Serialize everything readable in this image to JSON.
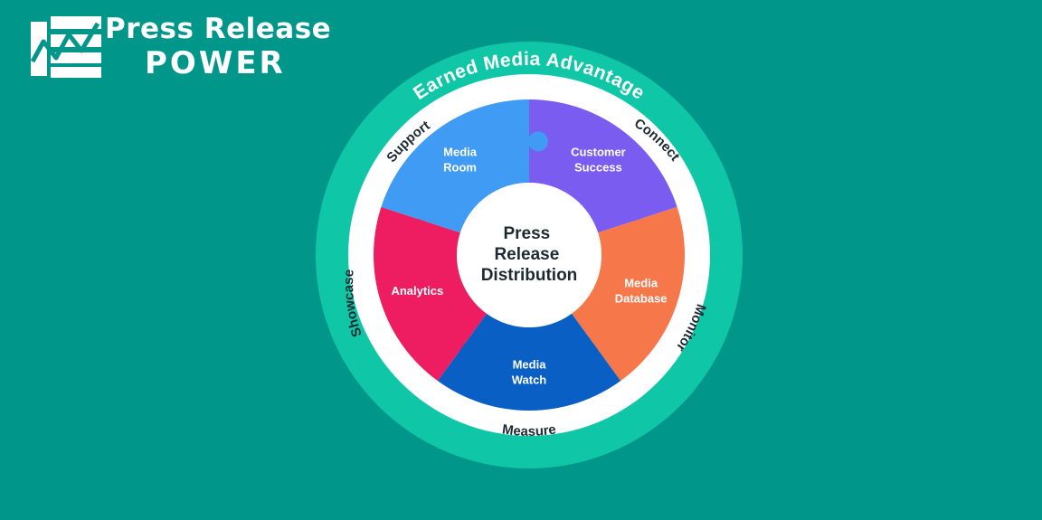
{
  "brand": {
    "line1": "Press Release",
    "line2": "POWER"
  },
  "diagram": {
    "outer_label": "Earned Media Advantage",
    "center": [
      "Press",
      "Release",
      "Distribution"
    ],
    "segments": [
      {
        "key": "customer-success",
        "lines": [
          "Customer",
          "Success"
        ],
        "color": "#7b5cf0"
      },
      {
        "key": "media-database",
        "lines": [
          "Media",
          "Database"
        ],
        "color": "#f6784a"
      },
      {
        "key": "media-watch",
        "lines": [
          "Media",
          "Watch"
        ],
        "color": "#0a5fc4"
      },
      {
        "key": "analytics",
        "lines": [
          "Analytics"
        ],
        "color": "#ee1d61"
      },
      {
        "key": "media-room",
        "lines": [
          "Media",
          "Room"
        ],
        "color": "#3f9bf3"
      }
    ],
    "ring_labels": [
      {
        "key": "support",
        "text": "Support"
      },
      {
        "key": "connect",
        "text": "Connect"
      },
      {
        "key": "monitor",
        "text": "Monitor"
      },
      {
        "key": "measure",
        "text": "Measure"
      },
      {
        "key": "showcase",
        "text": "Showcase"
      }
    ],
    "colors": {
      "background": "#00968a",
      "outer_ring": "#0fc7a7",
      "white_ring": "#ffffff",
      "ring_text": "#1e2a32"
    }
  }
}
